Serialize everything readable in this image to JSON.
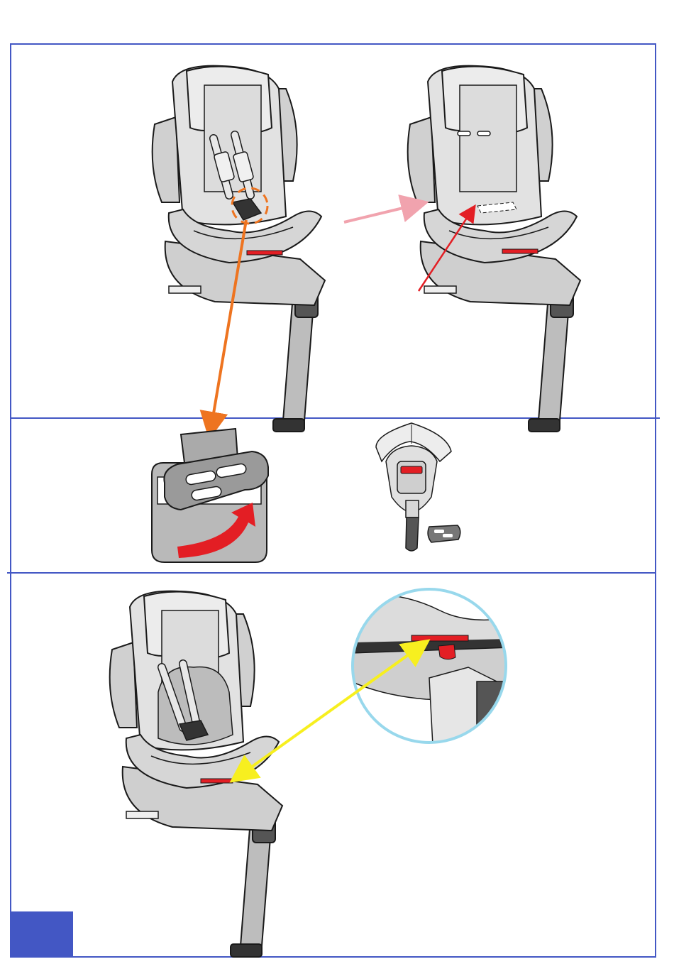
{
  "colors": {
    "frame": "#4357c4",
    "corner_tab": "#4357c4",
    "arrow_orange": "#ee7420",
    "arrow_pink": "#f1a3ae",
    "arrow_red": "#e31e24",
    "arrow_yellow": "#f7ef1f",
    "magnifier_ring": "#98d8ec",
    "seat_fill": "#d9d9d9",
    "seat_line": "#1a1a1a"
  },
  "panels": [
    {
      "id": "panel-1",
      "illustrations": [
        "seat-with-harness",
        "seat-harness-removed"
      ]
    },
    {
      "id": "panel-2",
      "illustrations": [
        "crotch-buckle-plate-removal",
        "buckle-and-plate"
      ]
    },
    {
      "id": "panel-3",
      "illustrations": [
        "seat-harness-fastened",
        "red-indicator-zoom"
      ]
    }
  ],
  "icons": [
    "orange-dashed-circle",
    "pink-arrow-icon",
    "red-arrow-icon",
    "orange-double-arrow-icon",
    "red-curved-arrow-icon",
    "yellow-double-arrow-icon",
    "magnifier-circle-icon"
  ]
}
